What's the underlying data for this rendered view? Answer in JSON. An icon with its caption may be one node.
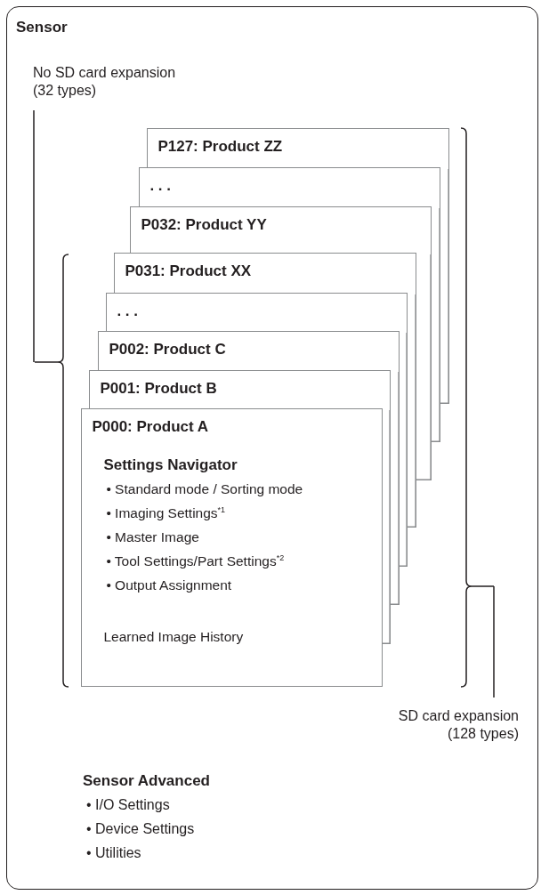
{
  "diagram": {
    "nodes": [
      {
        "text": [
          "Sensor"
        ]
      },
      {
        "text": [
          "P127: Product ZZ"
        ],
        "in": 0
      },
      {
        "text": [
          ". . ."
        ],
        "in": 0
      },
      {
        "text": [
          "P032: Product YY"
        ],
        "in": 0
      },
      {
        "text": [
          "P031: Product XX"
        ],
        "in": 0
      },
      {
        "text": [
          ". . ."
        ],
        "in": 0
      },
      {
        "text": [
          "P002: Product C"
        ],
        "in": 0
      },
      {
        "text": [
          "P001: Product B"
        ],
        "in": 0
      },
      {
        "text": [
          "P000: Product A",
          "Settings Navigator",
          "• Standard mode / Sorting mode",
          "• Imaging Settings$^{*1}$",
          "• Master Image",
          "• Tool Settings/Part Settings$^{*2}$",
          "• Output Assignment",
          "Learned Image History"
        ],
        "in": 0
      }
    ],
    "edges": [],
    "labels": [
      "No SD card expansion (32 types)",
      "SD card expansion (128 types)",
      "Sensor Advanced",
      "• I/O Settings",
      "• Device Settings",
      "• Utilities"
    ]
  }
}
